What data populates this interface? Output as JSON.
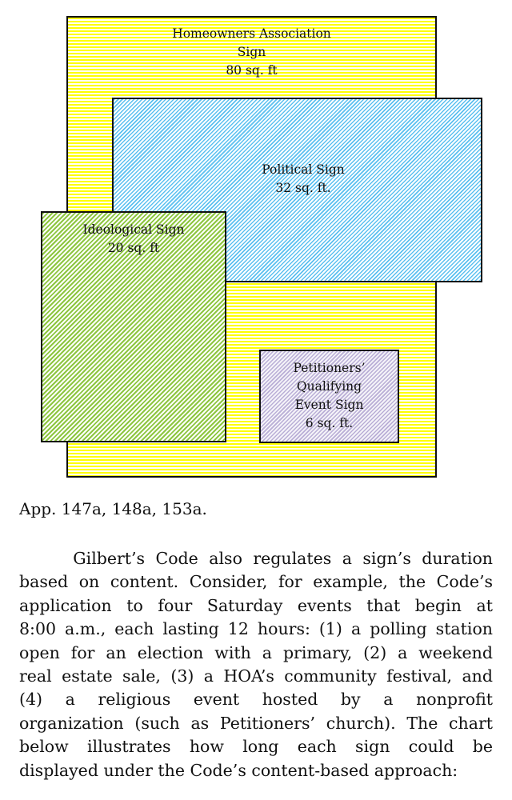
{
  "diagram": {
    "hoa": {
      "lines": [
        "Homeowners Association",
        "Sign",
        "80 sq. ft"
      ]
    },
    "political": {
      "lines": [
        "Political Sign",
        "32 sq. ft."
      ]
    },
    "ideological": {
      "lines": [
        "Ideological Sign",
        "20 sq. ft"
      ]
    },
    "petitioners": {
      "lines": [
        "Petitioners’",
        "Qualifying",
        "Event Sign",
        "6 sq. ft."
      ]
    },
    "colors": {
      "hoa": "#ffff00",
      "political": "#5bc0f0",
      "ideological": "#8dc63f",
      "petitioners": "#b9aed6"
    }
  },
  "caption": "App. 147a, 148a, 153a.",
  "paragraph": [
    "     Gilbert’s Code also regulates a sign’s duration",
    "based on content.  Consider, for example, the Code’s",
    "application to four Saturday events that begin at",
    "8:00 a.m., each lasting 12 hours: (1) a polling station",
    "open for an election with a primary, (2) a weekend",
    "real estate sale, (3) a HOA’s community festival, and",
    "(4) a religious event hosted by a nonprofit",
    "organization (such as Petitioners’ church).  The chart",
    "below illustrates how long each sign could be",
    "displayed under the Code’s content-based approach:"
  ]
}
